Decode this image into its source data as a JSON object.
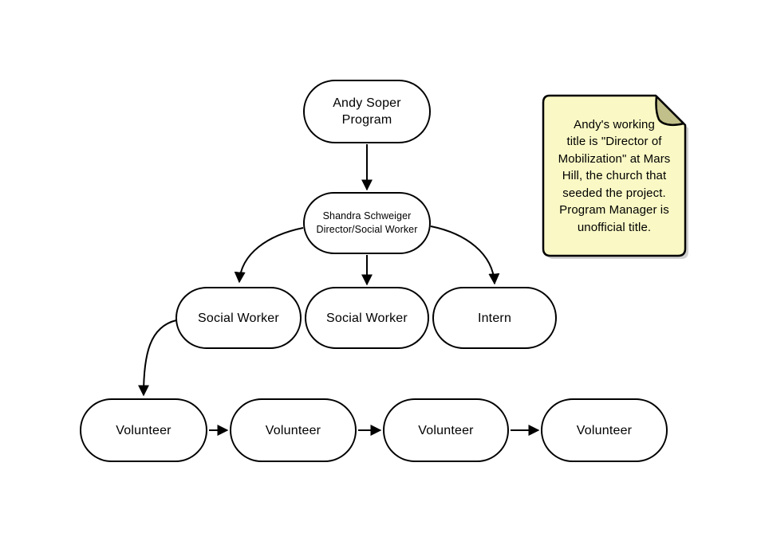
{
  "diagram": {
    "title": "Andy Soper Program org chart",
    "colors": {
      "background": "#FFFFFF",
      "node_fill": "#FFFFFF",
      "stroke": "#000000",
      "note_fill": "#FAF9C5",
      "note_fold_fill": "#C2C08A",
      "note_shadow": "#999999"
    },
    "nodes": [
      {
        "id": "andy-soper-program",
        "label": "Andy Soper\nProgram"
      },
      {
        "id": "shandra-schweiger",
        "label": "Shandra Schweiger\nDirector/Social Worker"
      },
      {
        "id": "social-worker-1",
        "label": "Social Worker"
      },
      {
        "id": "social-worker-2",
        "label": "Social Worker"
      },
      {
        "id": "intern",
        "label": "Intern"
      },
      {
        "id": "volunteer-1",
        "label": "Volunteer"
      },
      {
        "id": "volunteer-2",
        "label": "Volunteer"
      },
      {
        "id": "volunteer-3",
        "label": "Volunteer"
      },
      {
        "id": "volunteer-4",
        "label": "Volunteer"
      }
    ],
    "connections": [
      {
        "from": "andy-soper-program",
        "to": "shandra-schweiger"
      },
      {
        "from": "shandra-schweiger",
        "to": "social-worker-1"
      },
      {
        "from": "shandra-schweiger",
        "to": "social-worker-2"
      },
      {
        "from": "shandra-schweiger",
        "to": "intern"
      },
      {
        "from": "social-worker-1",
        "to": "volunteer-1"
      },
      {
        "from": "volunteer-1",
        "to": "volunteer-2"
      },
      {
        "from": "volunteer-2",
        "to": "volunteer-3"
      },
      {
        "from": "volunteer-3",
        "to": "volunteer-4"
      }
    ],
    "note": {
      "text": "Andy's working\ntitle is \"Director of\nMobilization\" at Mars\nHill, the church that\nseeded the project.\nProgram Manager is\nunofficial title."
    }
  }
}
